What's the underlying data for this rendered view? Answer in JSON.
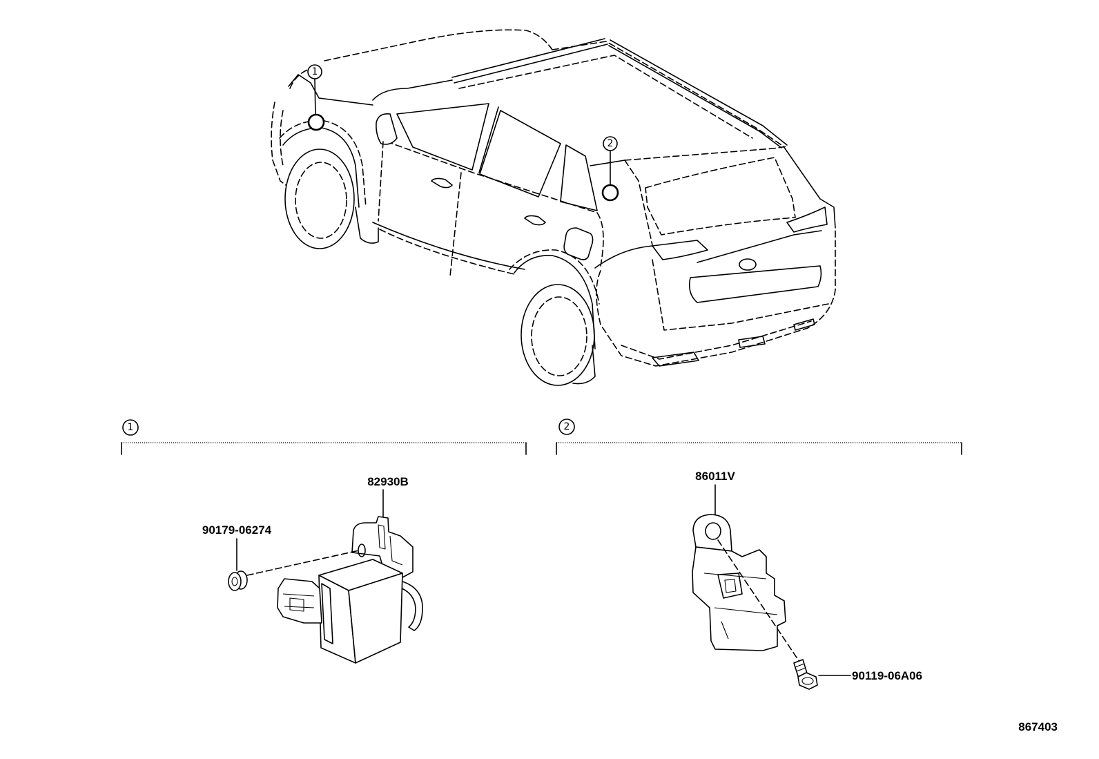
{
  "vehicle_callouts": [
    {
      "number": "1"
    },
    {
      "number": "2"
    }
  ],
  "sections": [
    {
      "number": "1"
    },
    {
      "number": "2"
    }
  ],
  "parts": {
    "module": {
      "part_number": "82930B"
    },
    "clip": {
      "part_number": "90179-06274"
    },
    "sensor": {
      "part_number": "86011V"
    },
    "bolt": {
      "part_number": "90119-06A06"
    }
  },
  "illustration_id": "867403"
}
